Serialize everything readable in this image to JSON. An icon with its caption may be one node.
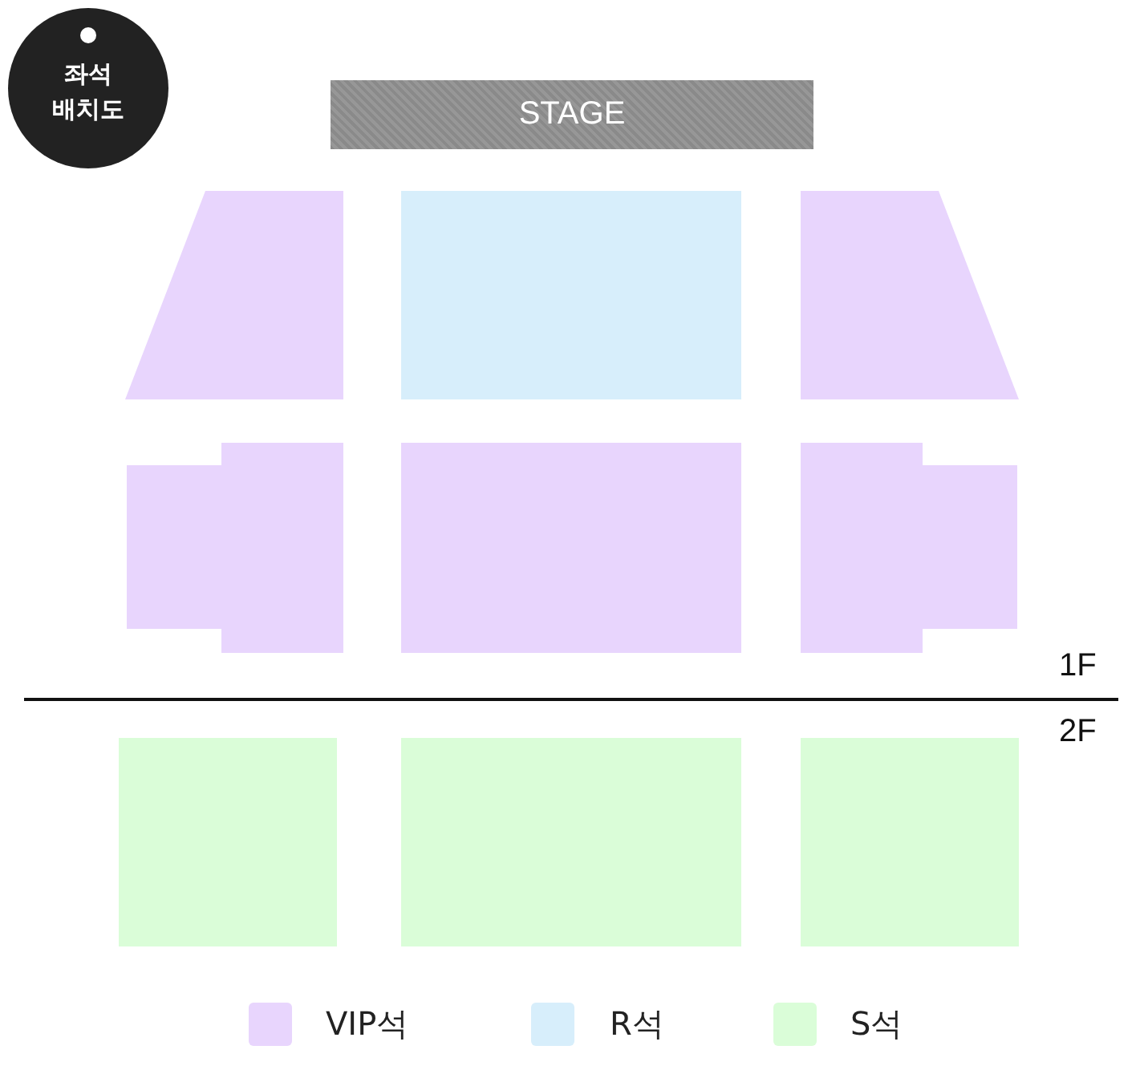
{
  "diagram": {
    "nodes": [
      {
        "text": [
          "좌석 배치도"
        ]
      },
      {
        "text": [
          "STAGE"
        ]
      },
      {
        "text": [],
        "shape": "trapezoid"
      },
      {
        "text": [],
        "shape": "box"
      },
      {
        "text": [],
        "shape": "trapezoid"
      },
      {
        "text": [],
        "shape": "box"
      },
      {
        "text": [],
        "shape": "box"
      },
      {
        "text": [],
        "shape": "box"
      },
      {
        "text": [],
        "shape": "box"
      },
      {
        "text": [],
        "shape": "box"
      },
      {
        "text": [],
        "shape": "box"
      },
      {
        "text": [],
        "shape": "box"
      },
      {
        "text": [],
        "shape": "box"
      }
    ],
    "labels": [
      "1F",
      "2F"
    ],
    "legend": [
      {
        "text": "VIP석",
        "color": "#e8d5fd"
      },
      {
        "text": "R석",
        "color": "#d7eefb"
      },
      {
        "text": "S석",
        "color": "#dafdd8"
      }
    ]
  }
}
